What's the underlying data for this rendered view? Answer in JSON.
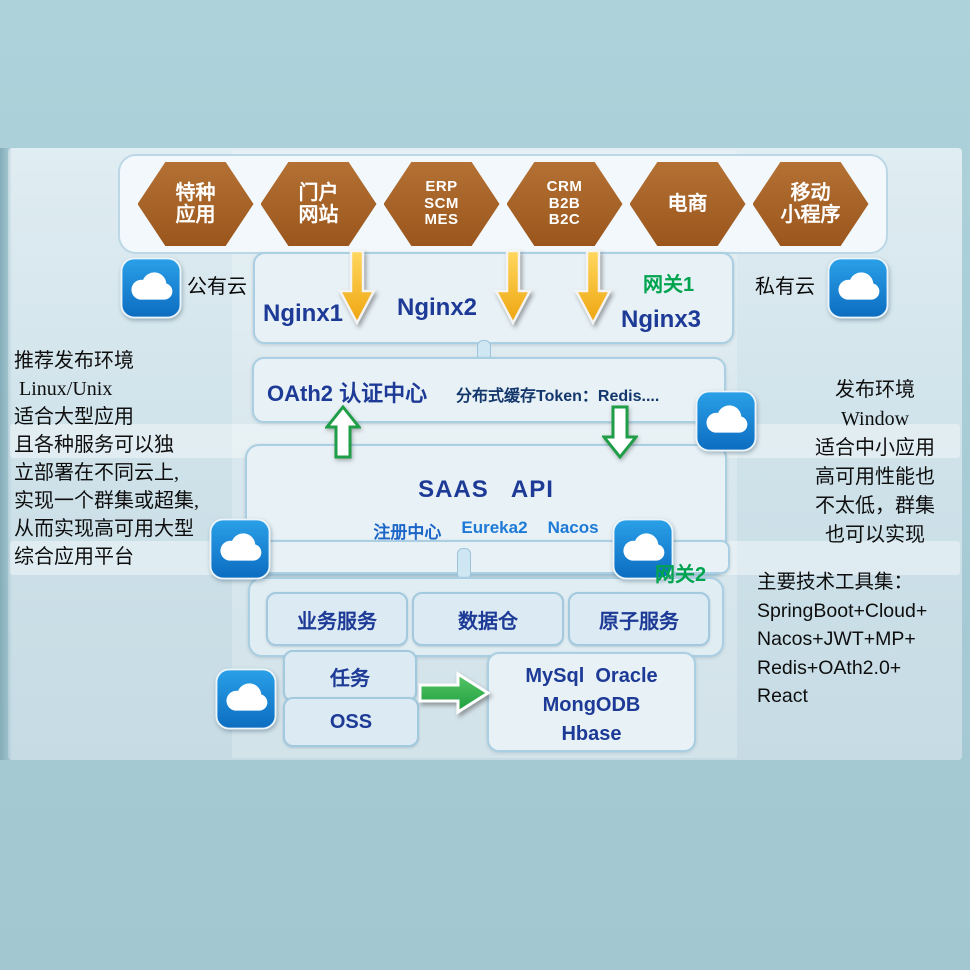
{
  "labels": {
    "public_cloud": "公有云",
    "private_cloud": "私有云"
  },
  "apps": {
    "items": [
      {
        "l1": "特种",
        "l2": "应用"
      },
      {
        "l1": "门户",
        "l2": "网站"
      },
      {
        "l1": "ERP",
        "l2": "SCM",
        "l3": "MES"
      },
      {
        "l1": "CRM",
        "l2": "B2B",
        "l3": "B2C"
      },
      {
        "l1": "电商"
      },
      {
        "l1": "移动",
        "l2": "小程序"
      }
    ]
  },
  "gateway1": {
    "nginx1": "Nginx1",
    "nginx2": "Nginx2",
    "nginx3": "Nginx3",
    "label": "网关1"
  },
  "auth": {
    "title": "OAth2 认证中心",
    "cache": "分布式缓存Token：Redis...."
  },
  "saas": {
    "title": "SAAS   API",
    "registry_label": "注册中心",
    "registry1": "Eureka2",
    "registry2": "Nacos"
  },
  "gateway2": {
    "label": "网关2"
  },
  "services": {
    "s1": "业务服务",
    "s2": "数据仓",
    "s3": "原子服务"
  },
  "tasks": {
    "t1": "任务",
    "t2": "OSS"
  },
  "db": {
    "l1": "MySql  Oracle",
    "l2": "MongODB",
    "l3": "Hbase"
  },
  "left_note": {
    "l1": "推荐发布环境",
    "l2": " Linux/Unix",
    "l3": "适合大型应用",
    "l4": "且各种服务可以独",
    "l5": "立部署在不同云上,",
    "l6": "实现一个群集或超集,",
    "l7": "从而实现高可用大型",
    "l8": "综合应用平台"
  },
  "right_note": {
    "l1": "发布环境",
    "l2": "Window",
    "l3": "适合中小应用",
    "l4": "高可用性能也",
    "l5": "不太低，群集",
    "l6": "也可以实现"
  },
  "tech_note": {
    "l1": "主要技术工具集：",
    "l2": "SpringBoot+Cloud+",
    "l3": "Nacos+JWT+MP+",
    "l4": "Redis+OAth2.0+",
    "l5": "React"
  },
  "colors": {
    "deep_blue": "#1d3a96",
    "green": "#00a44f",
    "hex_brown": "#a05c22",
    "cloud_blue": "#1482d4",
    "arrow_yellow": "#f6b322"
  }
}
